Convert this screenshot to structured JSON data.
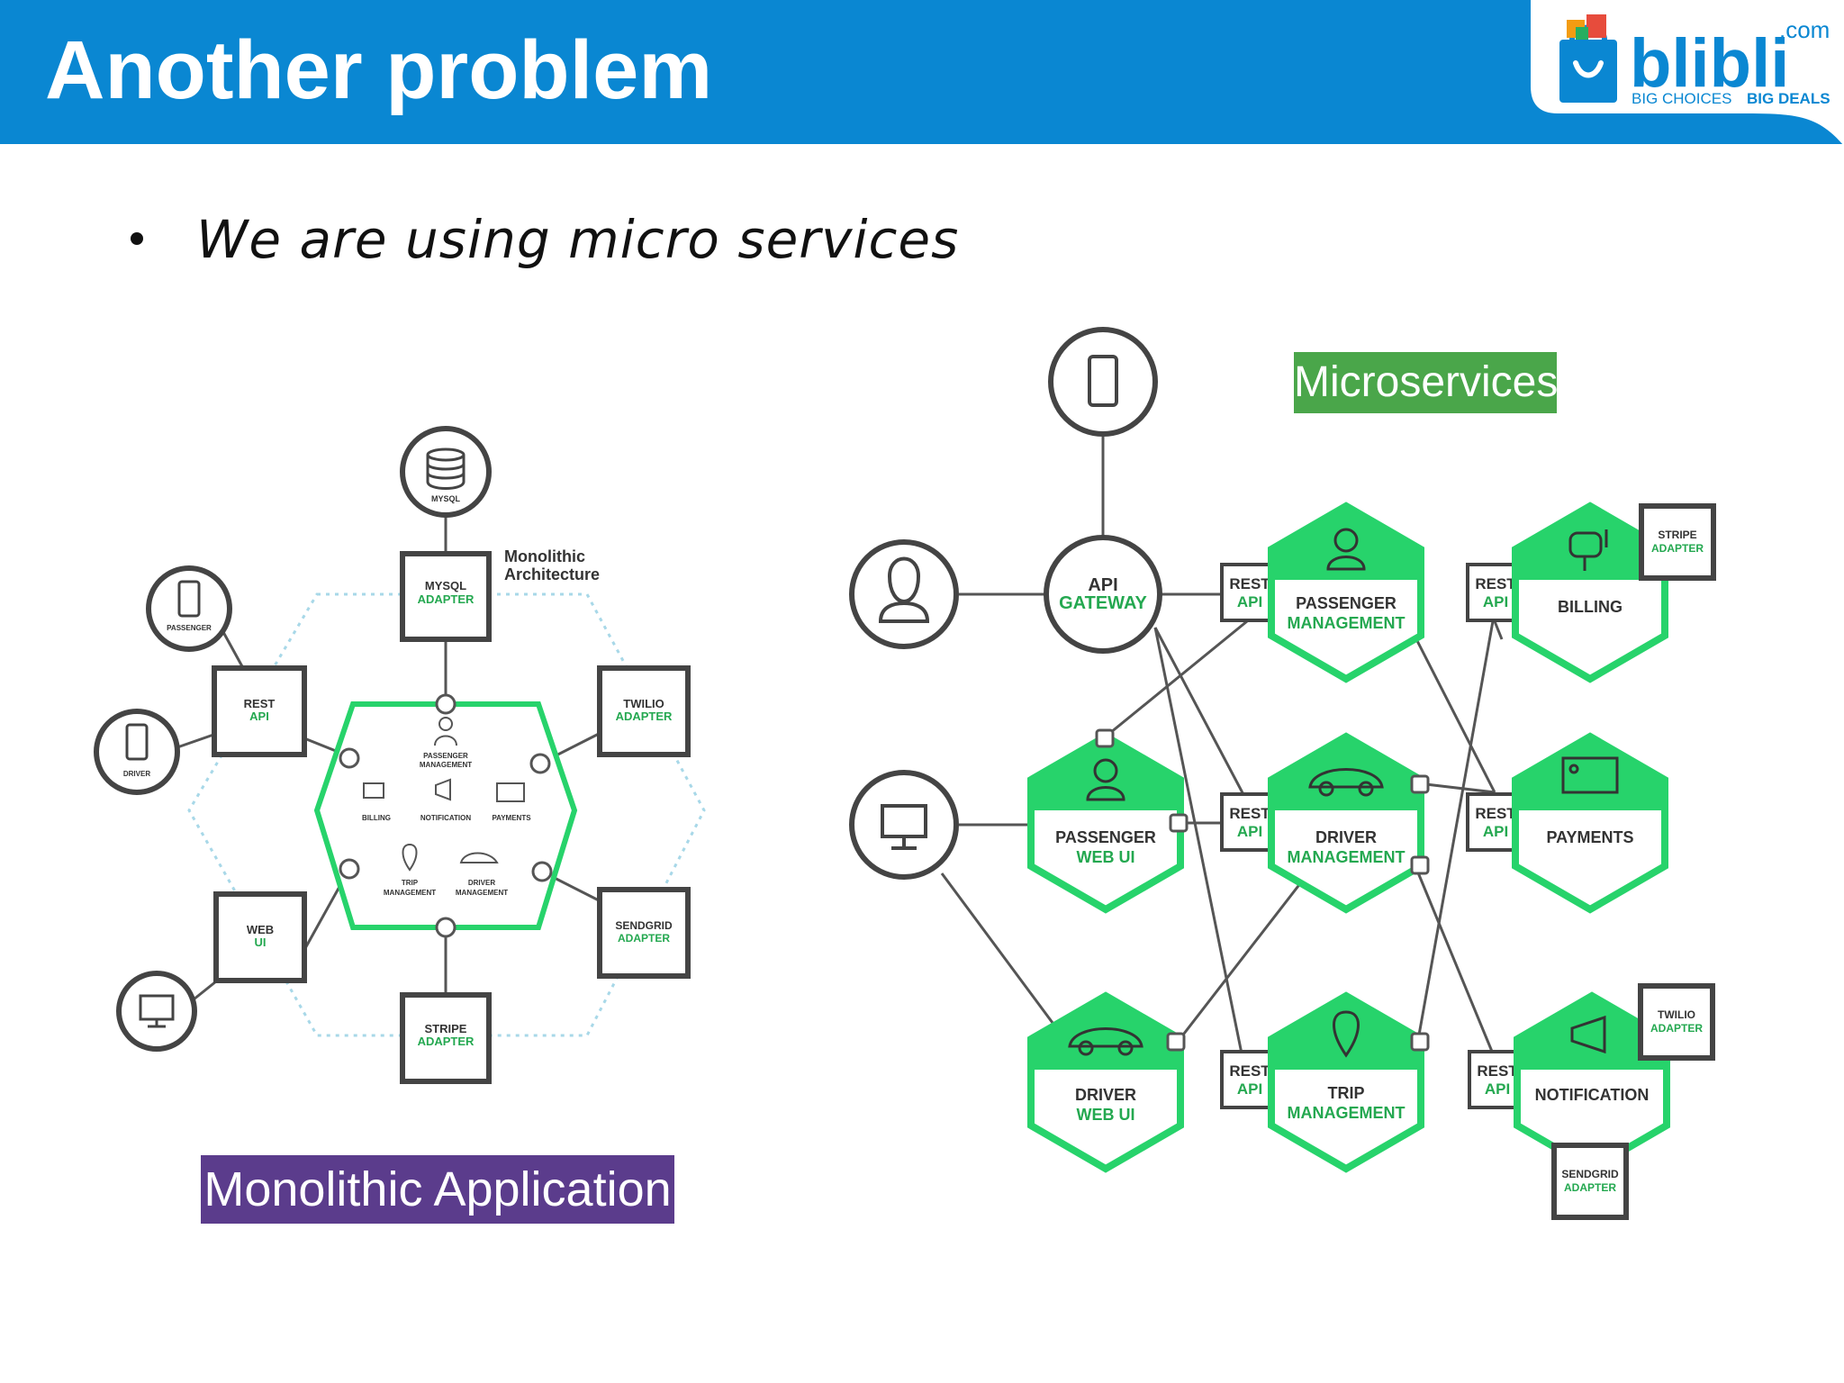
{
  "header": {
    "title": "Another problem",
    "logo": {
      "brand": "blibli",
      "suffix": ".com",
      "tagline_a": "BIG CHOICES",
      "tagline_b": "BIG DEALS"
    }
  },
  "content": {
    "bullet": "We are using micro services"
  },
  "monolith": {
    "label": "Monolithic Application",
    "caption_line1": "Monolithic",
    "caption_line2": "Architecture",
    "mysql": "MYSQL",
    "mysql_adapter_1": "MYSQL",
    "mysql_adapter_2": "ADAPTER",
    "passenger": "PASSENGER",
    "driver": "DRIVER",
    "rest_1": "REST",
    "rest_2": "API",
    "web_1": "WEB",
    "web_2": "UI",
    "twilio_1": "TWILIO",
    "twilio_2": "ADAPTER",
    "sendgrid_1": "SENDGRID",
    "sendgrid_2": "ADAPTER",
    "stripe_1": "STRIPE",
    "stripe_2": "ADAPTER",
    "inner": {
      "pm_1": "PASSENGER",
      "pm_2": "MANAGEMENT",
      "billing": "BILLING",
      "notification": "NOTIFICATION",
      "payments": "PAYMENTS",
      "trip_1": "TRIP",
      "trip_2": "MANAGEMENT",
      "dm_1": "DRIVER",
      "dm_2": "MANAGEMENT"
    }
  },
  "micro": {
    "label": "Microservices",
    "api_1": "API",
    "api_2": "GATEWAY",
    "rest_1": "REST",
    "rest_2": "API",
    "passenger_mgmt_1": "PASSENGER",
    "passenger_mgmt_2": "MANAGEMENT",
    "billing": "BILLING",
    "stripe_1": "STRIPE",
    "stripe_2": "ADAPTER",
    "passenger_web_1": "PASSENGER",
    "passenger_web_2": "WEB UI",
    "driver_mgmt_1": "DRIVER",
    "driver_mgmt_2": "MANAGEMENT",
    "payments": "PAYMENTS",
    "driver_web_1": "DRIVER",
    "driver_web_2": "WEB UI",
    "trip_1": "TRIP",
    "trip_2": "MANAGEMENT",
    "notification": "NOTIFICATION",
    "twilio_1": "TWILIO",
    "twilio_2": "ADAPTER",
    "sendgrid_1": "SENDGRID",
    "sendgrid_2": "ADAPTER"
  },
  "colors": {
    "header_blue": "#0a87d2",
    "green": "#27d36b",
    "dark_green": "#24a850",
    "purple": "#5b3c8c",
    "label_green": "#4aa64a",
    "stroke": "#333333"
  }
}
